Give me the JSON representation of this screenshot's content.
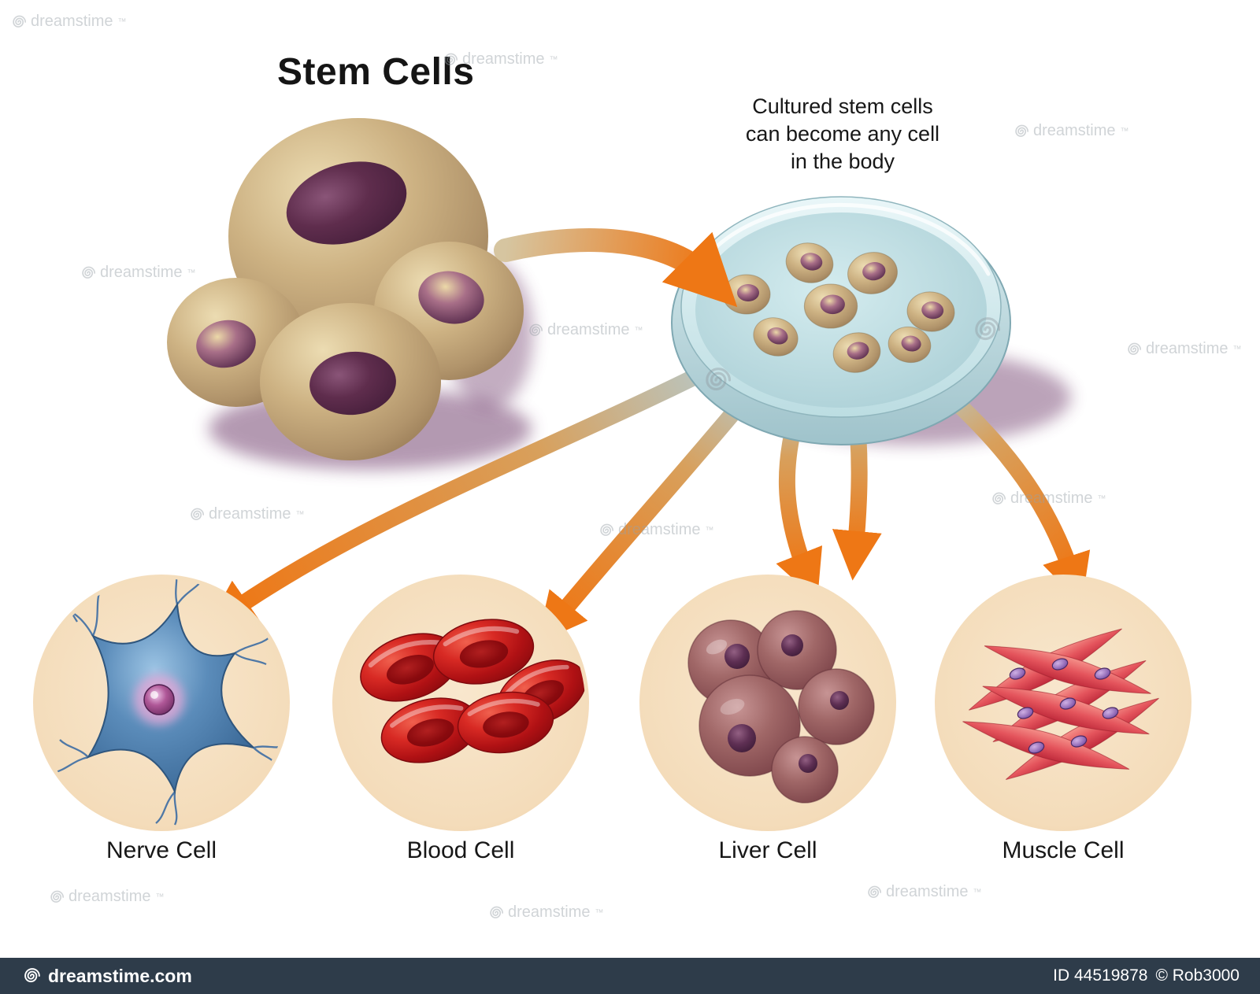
{
  "title": "Stem Cells",
  "caption": {
    "line1": "Cultured stem cells",
    "line2": "can become any cell",
    "line3": "in the body"
  },
  "cells": [
    {
      "label": "Nerve Cell"
    },
    {
      "label": "Blood Cell"
    },
    {
      "label": "Liver Cell"
    },
    {
      "label": "Muscle Cell"
    }
  ],
  "watermark": {
    "brand": "dreamstime",
    "tm": "™",
    "site": "dreamstime.com",
    "image_id": "ID 44519878",
    "copyright": "© Rob3000"
  },
  "colors": {
    "accent_orange": "#ee7715",
    "stem_cell_tan": "#c9ae80",
    "nucleus_purple": "#5c2b4e",
    "petri_dish_blue": "#bfdde2",
    "circle_peach": "#f5ddc0",
    "nerve_blue": "#4a7fb5",
    "blood_red": "#c41818",
    "liver_brown": "#9d6263",
    "muscle_red": "#e4545c",
    "footer_bg": "#2e3c4a"
  }
}
